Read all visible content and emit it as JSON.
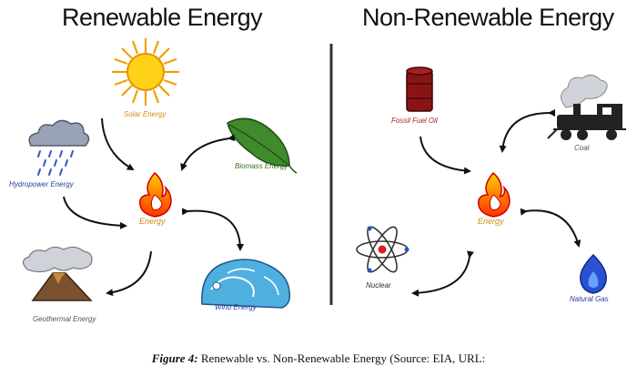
{
  "renewable": {
    "title": "Renewable Energy",
    "labels": {
      "solar": "Solar Energy",
      "hydro": "Hydropower Energy",
      "biomass": "Biomass Energy",
      "energy": "Energy",
      "geothermal": "Geothermal Energy",
      "wind": "Wind Energy"
    }
  },
  "nonrenewable": {
    "title": "Non-Renewable Energy",
    "labels": {
      "oil": "Fossil Fuel Oil",
      "coal": "Coal",
      "energy": "Energy",
      "nuclear": "Nuclear",
      "gas": "Natural Gas"
    }
  },
  "caption": {
    "figure": "Figure 4:",
    "text": " Renewable vs. Non-Renewable Energy (Source: EIA, URL:"
  },
  "colors": {
    "divider": "#333333",
    "arrow": "#111111",
    "label_orange": "#d48a0a",
    "label_blue": "#2a3f9a",
    "label_green": "#3a6b1e",
    "label_red": "#b02020",
    "label_gray": "#555555"
  }
}
